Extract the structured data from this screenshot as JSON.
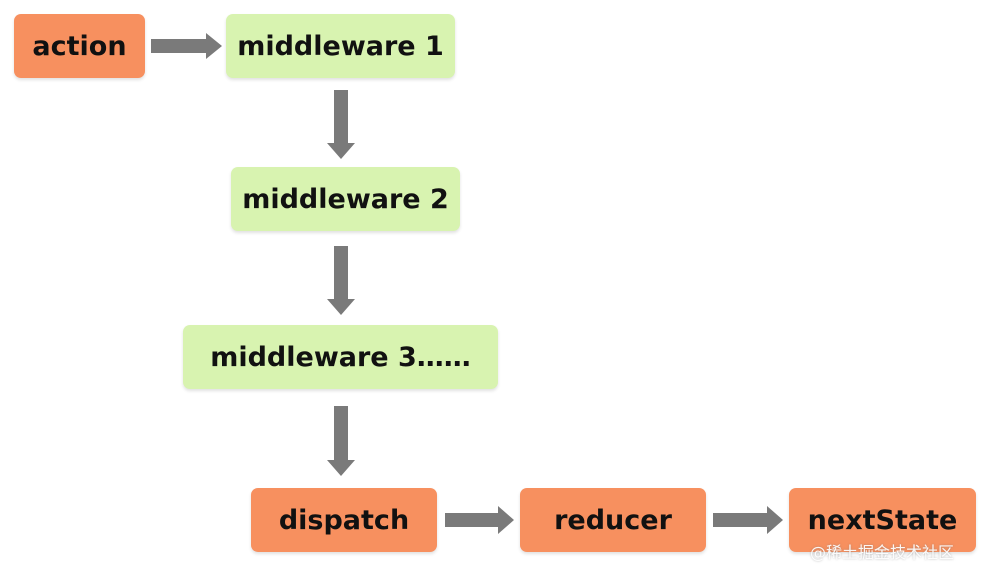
{
  "nodes": {
    "action": "action",
    "middleware1": "middleware 1",
    "middleware2": "middleware 2",
    "middleware3": "middleware 3……",
    "dispatch": "dispatch",
    "reducer": "reducer",
    "nextState": "nextState"
  },
  "watermark": "@稀土掘金技术社区",
  "colors": {
    "orange_node": "#f7905f",
    "green_node": "#d8f3b0",
    "arrow": "#7a7a7a"
  }
}
